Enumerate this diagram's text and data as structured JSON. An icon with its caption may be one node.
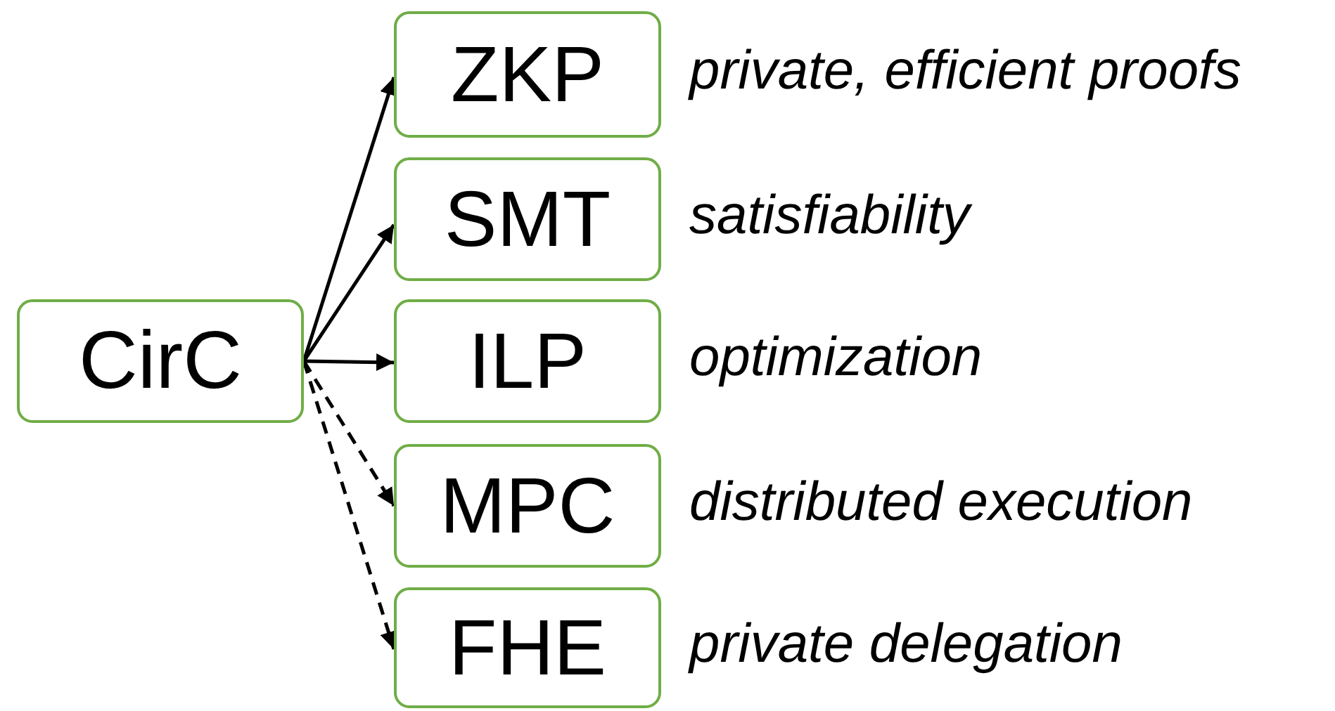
{
  "diagram": {
    "nodes": [
      {
        "text": [
          "CirC"
        ]
      },
      {
        "text": [
          "ZKP"
        ],
        "beside": [
          "private, efficient proofs"
        ]
      },
      {
        "text": [
          "SMT"
        ],
        "beside": [
          "satisfiability"
        ]
      },
      {
        "text": [
          "ILP"
        ],
        "beside": [
          "optimization"
        ]
      },
      {
        "text": [
          "MPC"
        ],
        "beside": [
          "distributed execution"
        ]
      },
      {
        "text": [
          "FHE"
        ],
        "beside": [
          "private delegation"
        ]
      }
    ],
    "edges": [
      {
        "from": 0,
        "to": 1,
        "arrow": "to"
      },
      {
        "from": 0,
        "to": 2,
        "arrow": "to"
      },
      {
        "from": 0,
        "to": 3,
        "arrow": "to"
      },
      {
        "from": 0,
        "to": 4,
        "arrow": "to",
        "style": "dashed"
      },
      {
        "from": 0,
        "to": 5,
        "arrow": "to",
        "style": "dashed"
      }
    ]
  }
}
